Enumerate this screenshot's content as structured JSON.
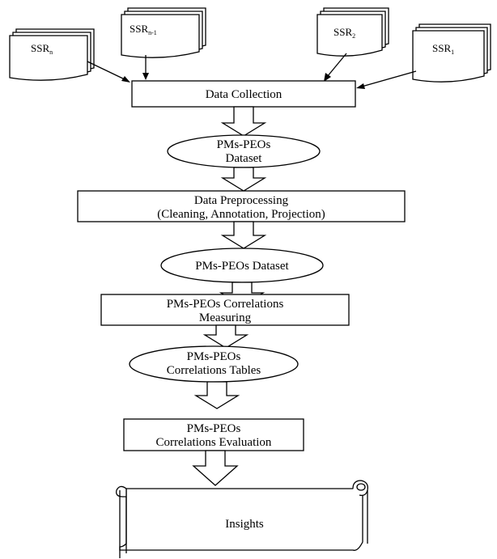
{
  "documents": [
    {
      "id": "ssr_n",
      "label": "SSR",
      "subscript": "n"
    },
    {
      "id": "ssr_n_minus_1",
      "label": "SSR",
      "subscript": "n-1"
    },
    {
      "id": "ssr_2",
      "label": "SSR",
      "subscript": "2"
    },
    {
      "id": "ssr_1",
      "label": "SSR",
      "subscript": "1"
    }
  ],
  "nodes": {
    "data_collection": {
      "lines": [
        "Data Collection"
      ]
    },
    "dataset_1": {
      "lines": [
        "PMs-PEOs",
        "Dataset"
      ]
    },
    "preprocessing": {
      "lines": [
        "Data Preprocessing",
        "(Cleaning, Annotation, Projection)"
      ]
    },
    "dataset_2": {
      "lines": [
        "PMs-PEOs Dataset"
      ]
    },
    "correlations_measuring": {
      "lines": [
        "PMs-PEOs Correlations",
        "Measuring"
      ]
    },
    "correlations_tables": {
      "lines": [
        "PMs-PEOs",
        "Correlations Tables"
      ]
    },
    "correlations_evaluation": {
      "lines": [
        "PMs-PEOs",
        "Correlations Evaluation"
      ]
    },
    "insights": {
      "lines": [
        "Insights"
      ]
    }
  }
}
